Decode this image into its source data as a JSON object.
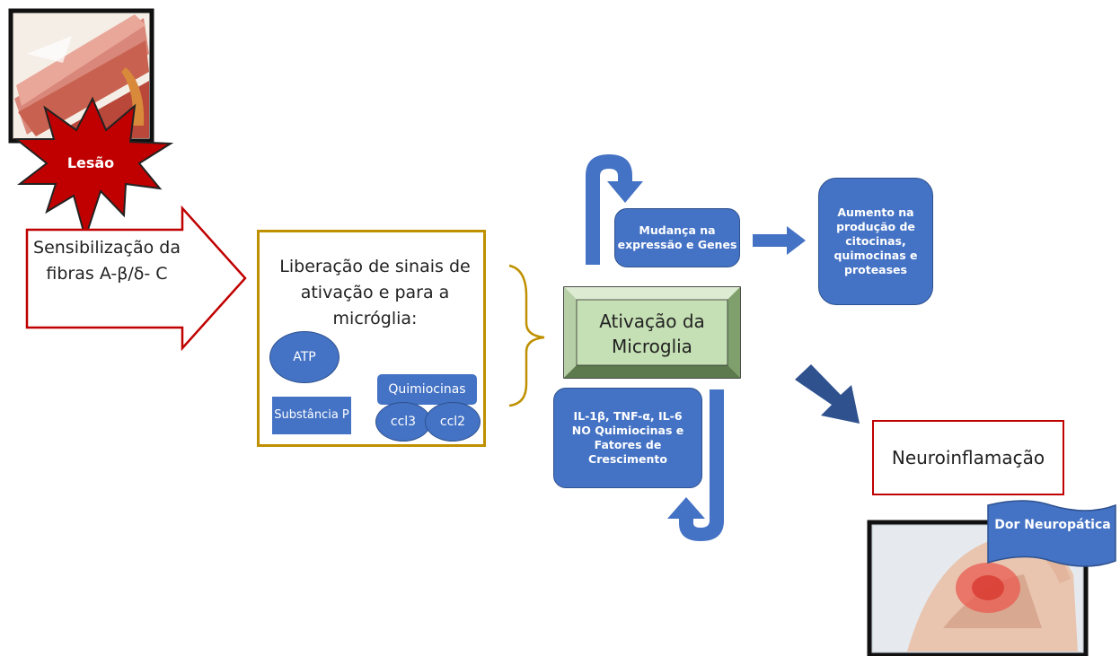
{
  "injury": {
    "label": "Lesão"
  },
  "sensitization": {
    "text": "Sensibilização da fibras A-β/δ- C"
  },
  "release": {
    "title": "Liberação de sinais de ativação e para a micróglia:",
    "atp": "ATP",
    "substance_p": "Substância P",
    "chemokines": "Quimiocinas",
    "ccl3": "ccl3",
    "ccl2": "ccl2"
  },
  "activation": {
    "label": "Ativação da Microglia"
  },
  "gene_change": {
    "text": "Mudança na expressão e Genes"
  },
  "production": {
    "text": "Aumento na produção de citocinas, quimocinas e proteases"
  },
  "cytokines": {
    "text": "IL-1β, TNF-α, IL-6 NO Quimiocinas e Fatores de Crescimento"
  },
  "neuroinflammation": {
    "label": "Neuroinflamação"
  },
  "pain": {
    "label": "Dor Neuropática"
  },
  "colors": {
    "accent_blue": "#4472c4",
    "dark_blue": "#2f528f",
    "red_outline": "#c00000",
    "gold": "#bf9000",
    "green": "#c5e0b4"
  }
}
